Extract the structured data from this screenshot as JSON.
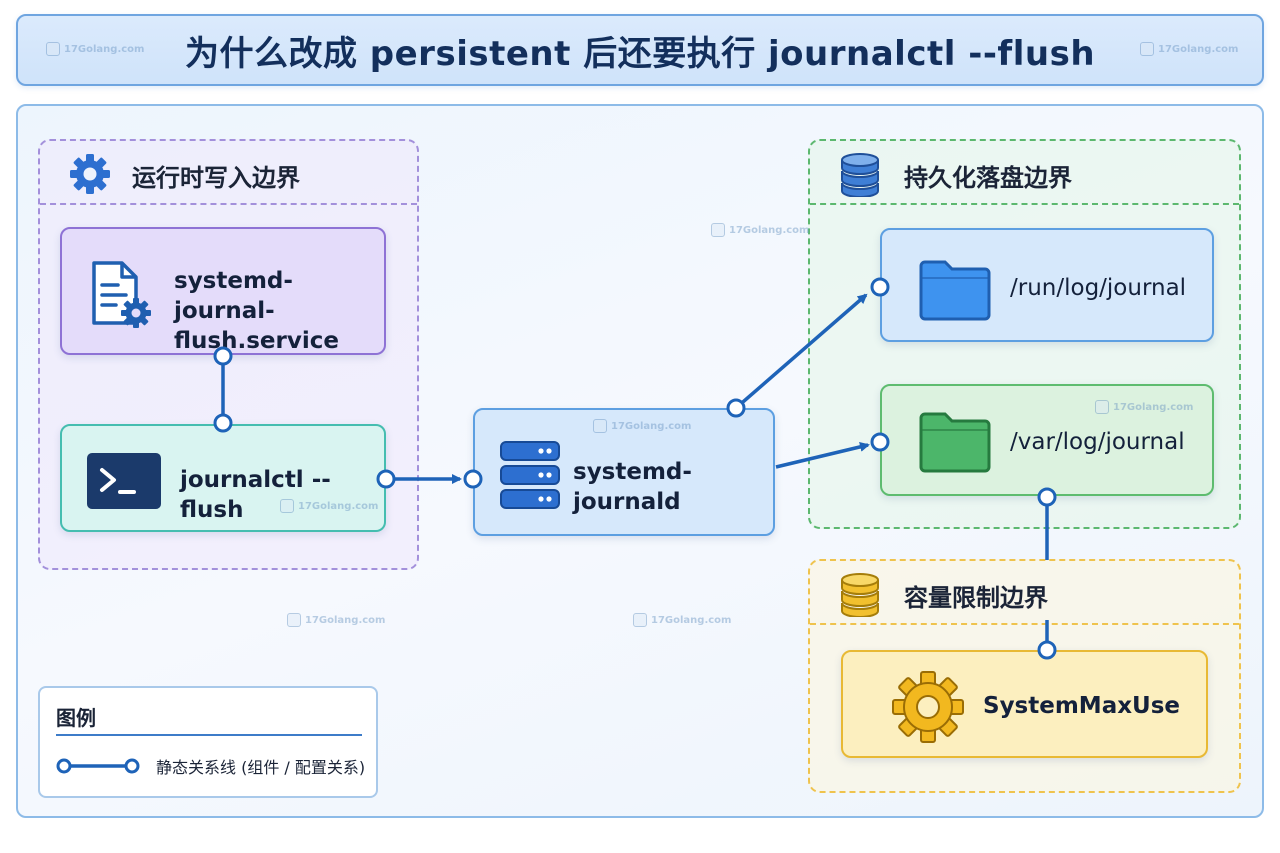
{
  "title": "为什么改成 persistent 后还要执行 journalctl --flush",
  "groups": {
    "runtime": {
      "title": "运行时写入边界",
      "icon": "gear-icon"
    },
    "persistent": {
      "title": "持久化落盘边界",
      "icon": "database-icon"
    },
    "capacity": {
      "title": "容量限制边界",
      "icon": "database-icon"
    }
  },
  "nodes": {
    "flush_service": {
      "label": "systemd-journal-flush.service",
      "icon": "document-gear-icon"
    },
    "journalctl": {
      "label": "journalctl --flush",
      "icon": "terminal-icon"
    },
    "journald": {
      "label": "systemd-journald",
      "icon": "server-icon"
    },
    "run_log": {
      "label": "/run/log/journal",
      "icon": "folder-icon"
    },
    "var_log": {
      "label": "/var/log/journal",
      "icon": "folder-icon"
    },
    "max_use": {
      "label": "SystemMaxUse",
      "icon": "gear-icon"
    }
  },
  "legend": {
    "title": "图例",
    "description": "静态关系线 (组件 / 配置关系)"
  },
  "watermark": "17Golang.com",
  "colors": {
    "connector": "#1e63b8",
    "runtime": "#8e72d5",
    "persistent": "#5ebc6f",
    "capacity": "#e8b934"
  }
}
